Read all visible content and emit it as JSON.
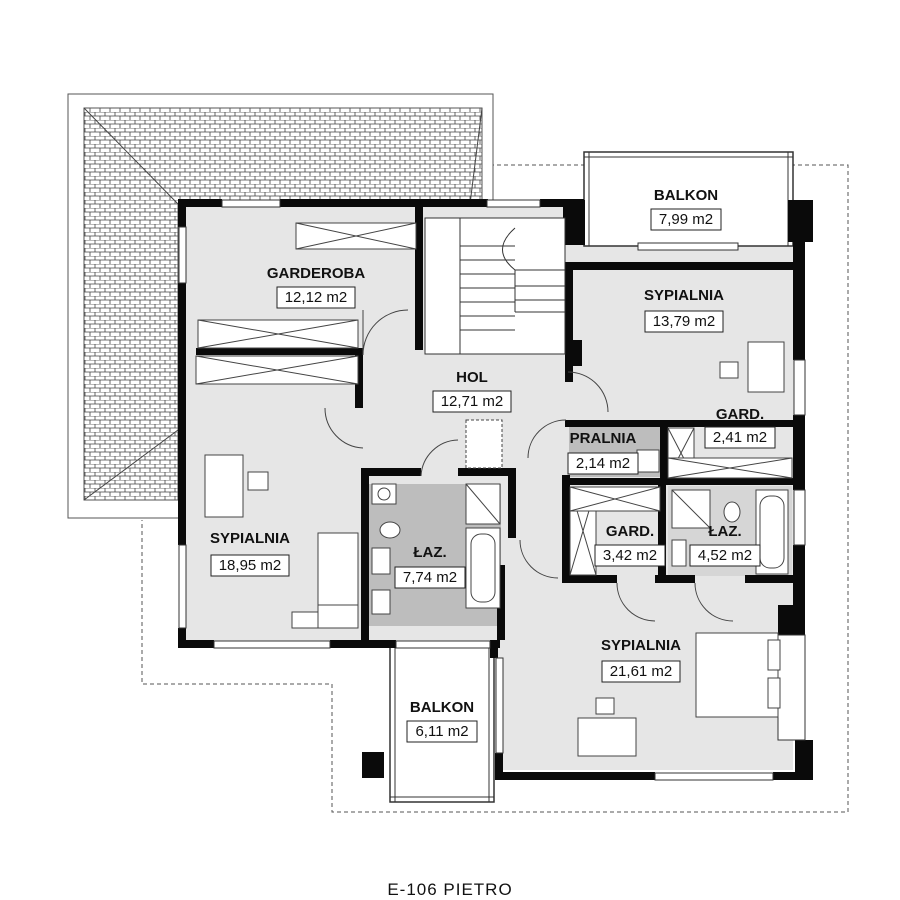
{
  "plan": {
    "title": "E-106 PIETRO",
    "colors": {
      "wall": "#0a0a0a",
      "floor": "#e6e6e6",
      "wet_floor": "#bdbdbd",
      "roof_tile": "#444444",
      "outline": "#555555"
    },
    "rooms": [
      {
        "id": "garderoba",
        "name": "GARDEROBA",
        "area": "12,12 m2"
      },
      {
        "id": "sypialnia-ne",
        "name": "SYPIALNIA",
        "area": "13,79 m2"
      },
      {
        "id": "hol",
        "name": "HOL",
        "area": "12,71 m2"
      },
      {
        "id": "pralnia",
        "name": "PRALNIA",
        "area": "2,14 m2"
      },
      {
        "id": "gard-small",
        "name": "GARD.",
        "area": "2,41 m2"
      },
      {
        "id": "sypialnia-w",
        "name": "SYPIALNIA",
        "area": "18,95 m2"
      },
      {
        "id": "lazienka-main",
        "name": "ŁAZ.",
        "area": "7,74 m2"
      },
      {
        "id": "gard-mid",
        "name": "GARD.",
        "area": "3,42 m2"
      },
      {
        "id": "lazienka-small",
        "name": "ŁAZ.",
        "area": "4,52 m2"
      },
      {
        "id": "sypialnia-se",
        "name": "SYPIALNIA",
        "area": "21,61 m2"
      },
      {
        "id": "balkon-top",
        "name": "BALKON",
        "area": "7,99 m2"
      },
      {
        "id": "balkon-bottom",
        "name": "BALKON",
        "area": "6,11 m2"
      }
    ]
  }
}
